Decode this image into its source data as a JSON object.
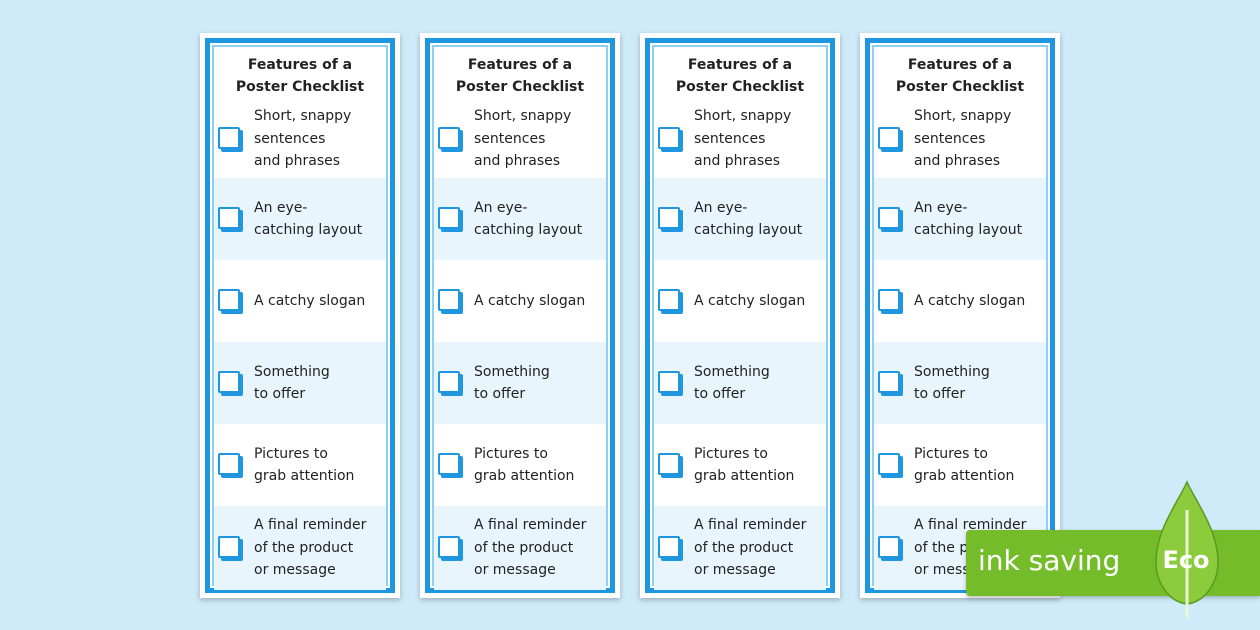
{
  "cards": [
    {
      "title": "Features of a\nPoster Checklist",
      "items": [
        "Short, snappy\nsentences\nand phrases",
        "An eye-\ncatching layout",
        "A catchy slogan",
        "Something\nto offer",
        "Pictures to\ngrab attention",
        "A final reminder\nof the product\nor message"
      ]
    },
    {
      "title": "Features of a\nPoster Checklist",
      "items": [
        "Short, snappy\nsentences\nand phrases",
        "An eye-\ncatching layout",
        "A catchy slogan",
        "Something\nto offer",
        "Pictures to\ngrab attention",
        "A final reminder\nof the product\nor message"
      ]
    },
    {
      "title": "Features of a\nPoster Checklist",
      "items": [
        "Short, snappy\nsentences\nand phrases",
        "An eye-\ncatching layout",
        "A catchy slogan",
        "Something\nto offer",
        "Pictures to\ngrab attention",
        "A final reminder\nof the product\nor message"
      ]
    },
    {
      "title": "Features of a\nPoster Checklist",
      "items": [
        "Short, snappy\nsentences\nand phrases",
        "An eye-\ncatching layout",
        "A catchy slogan",
        "Something\nto offer",
        "Pictures to\ngrab attention",
        "A final reminder\nof the product\nor message"
      ]
    }
  ],
  "badge": {
    "label": "ink saving",
    "eco": "Eco",
    "icon": "leaf-icon"
  },
  "colors": {
    "background": "#cfeaf8",
    "border_blue": "#1e96e0",
    "row_alt": "#e9f5fc",
    "eco_green": "#74bc2a"
  }
}
